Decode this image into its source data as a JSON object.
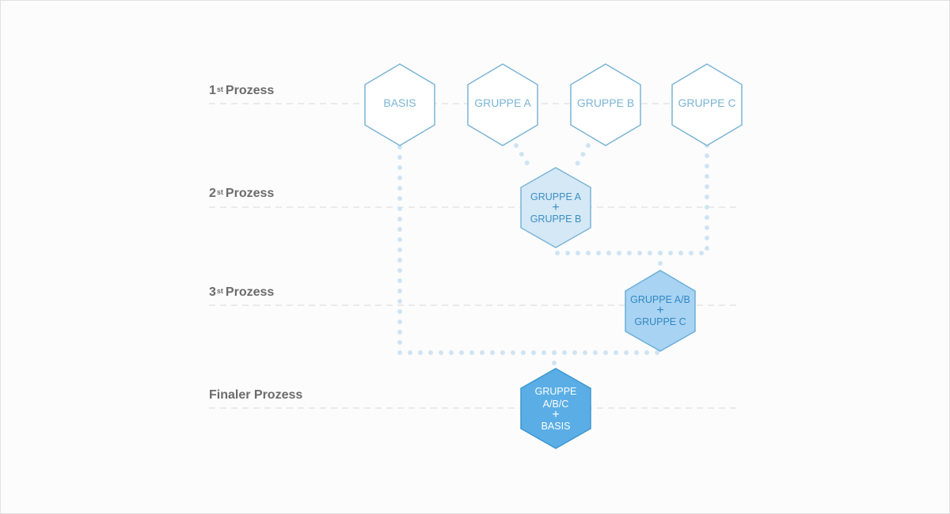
{
  "rows": [
    {
      "num": "1",
      "sup": "st",
      "label": "Prozess"
    },
    {
      "num": "2",
      "sup": "st",
      "label": "Prozess"
    },
    {
      "num": "3",
      "sup": "st",
      "label": "Prozess"
    },
    {
      "text": "Finaler Prozess"
    }
  ],
  "nodes": {
    "basis": {
      "line1": "BASIS"
    },
    "gruppe_a": {
      "line1": "GRUPPE A"
    },
    "gruppe_b": {
      "line1": "GRUPPE B"
    },
    "gruppe_c": {
      "line1": "GRUPPE C"
    },
    "ab": {
      "line1": "GRUPPE A",
      "plus": "+",
      "line2": "GRUPPE B"
    },
    "abc": {
      "line1": "GRUPPE A/B",
      "plus": "+",
      "line2": "GRUPPE C"
    },
    "final": {
      "line1": "GRUPPE",
      "line1b": "A/B/C",
      "plus": "+",
      "line2": "BASIS"
    }
  },
  "colors": {
    "outline": "#7ab4d6",
    "light_fill": "#d5e8f6",
    "mid_fill": "#a9d3f3",
    "dark_fill": "#5aaee5",
    "connector": "#cfe4f3",
    "guide": "#e4e4e4"
  }
}
